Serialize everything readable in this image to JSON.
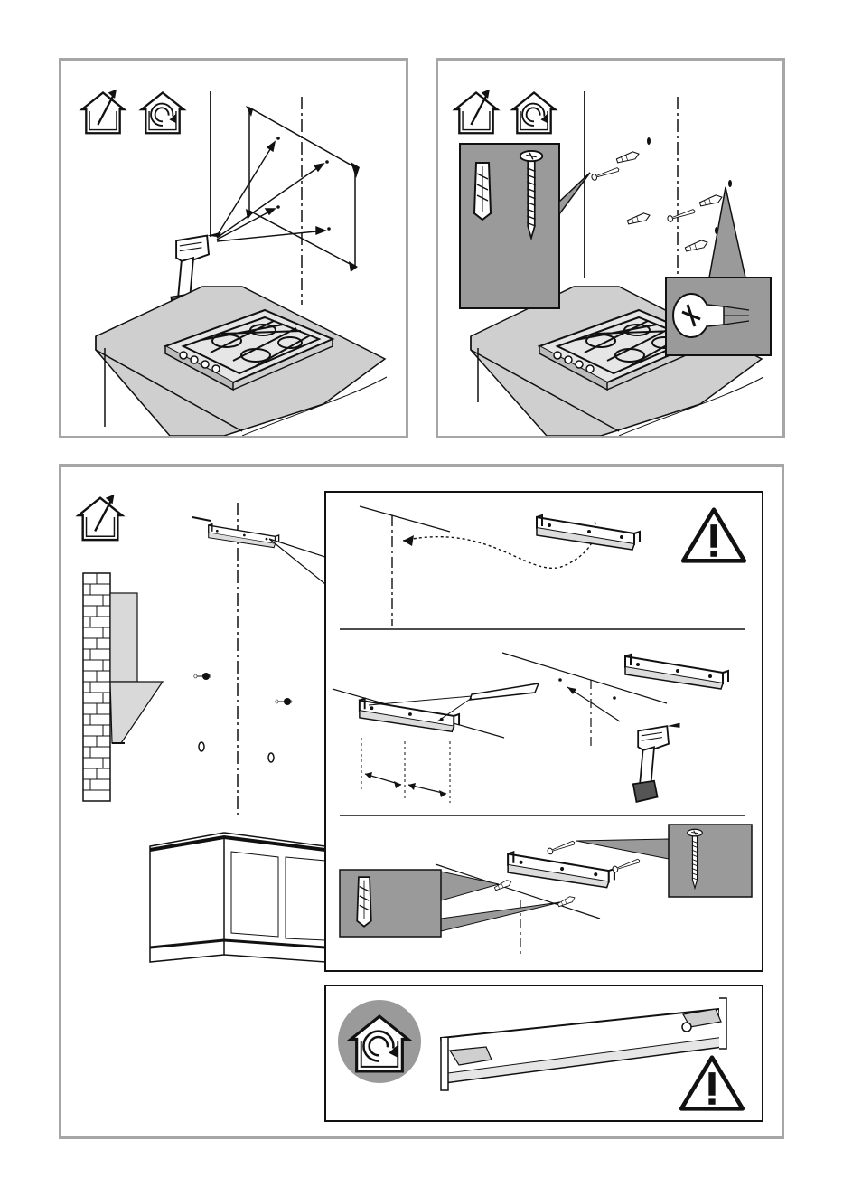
{
  "document": {
    "title": ""
  },
  "colors": {
    "panel_border": "#a6a6a6",
    "line": "#1a1a1a",
    "shade_gray": "#9a9a9a",
    "light_gray": "#d9d9d9",
    "countertop": "#bdbdbd",
    "worktop_shadow": "#cfcfcf"
  },
  "icons": {
    "exhaust_mode": "house-arrow-out-icon",
    "recirculation_mode": "house-recirculation-icon",
    "warning": "warning-triangle-icon",
    "drill": "drill-icon",
    "screw": "screw-icon",
    "wall_plug": "wall-plug-icon",
    "pencil": "pencil-icon"
  },
  "steps": [
    {
      "id": "drill-holes",
      "modes": [
        "exhaust",
        "recirculation"
      ]
    },
    {
      "id": "insert-plugs-screws",
      "modes": [
        "exhaust",
        "recirculation"
      ]
    },
    {
      "id": "mount-bracket-exhaust",
      "modes": [
        "exhaust"
      ]
    },
    {
      "id": "bracket-recirculation",
      "modes": [
        "recirculation"
      ]
    }
  ]
}
